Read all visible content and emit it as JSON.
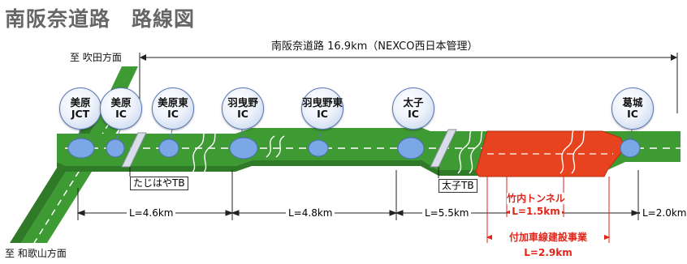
{
  "title": "南阪奈道路　路線図",
  "direction_top": "至 吹田方面",
  "direction_bottom": "至 和歌山方面",
  "section_label": "南阪奈道路 16.9km（NEXCO西日本管理）",
  "interchanges": [
    {
      "line1": "美原",
      "line2": "JCT"
    },
    {
      "line1": "美原",
      "line2": "IC"
    },
    {
      "line1": "美原東",
      "line2": "IC"
    },
    {
      "line1": "羽曳野",
      "line2": "IC"
    },
    {
      "line1": "羽曳野東",
      "line2": "IC"
    },
    {
      "line1": "太子",
      "line2": "IC"
    },
    {
      "line1": "葛城",
      "line2": "IC"
    }
  ],
  "toll_booths": [
    "たじはやTB",
    "太子TB"
  ],
  "distances": [
    "L=4.6km",
    "L=4.8km",
    "L=5.5km",
    "L=2.0km"
  ],
  "tunnel": {
    "name": "竹内トンネル",
    "length": "L=1.5km"
  },
  "project": {
    "name": "付加車線建設事業",
    "length": "L=2.9km"
  },
  "colors": {
    "road": "#3e9a32",
    "project": "#e8431f",
    "accent_red": "#e0261a",
    "pin_border": "#5a78b8"
  }
}
